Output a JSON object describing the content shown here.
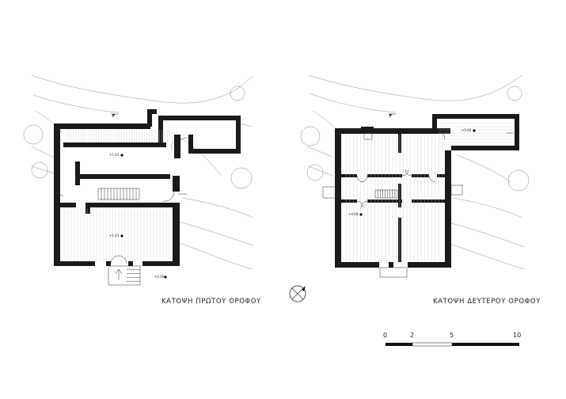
{
  "drawing": {
    "plan_first": {
      "title": "ΚΑΤΟΨΗ ΠΡΩΤΟΥ ΟΡΟΦΟΥ",
      "level_upper_room": "+1.43",
      "level_lower_room": "+1.43",
      "level_entrance": "+0.00"
    },
    "plan_second": {
      "title": "ΚΑΤΟΨΗ ΔΕΥΤΕΡΟΥ ΟΡΟΦΟΥ",
      "level_corner_room": "+5.60",
      "level_main": "+4.60"
    },
    "scale_bar": {
      "labels": [
        "0",
        "2",
        "5",
        "10"
      ]
    },
    "north_arrow_icon": "north-arrow-icon"
  }
}
